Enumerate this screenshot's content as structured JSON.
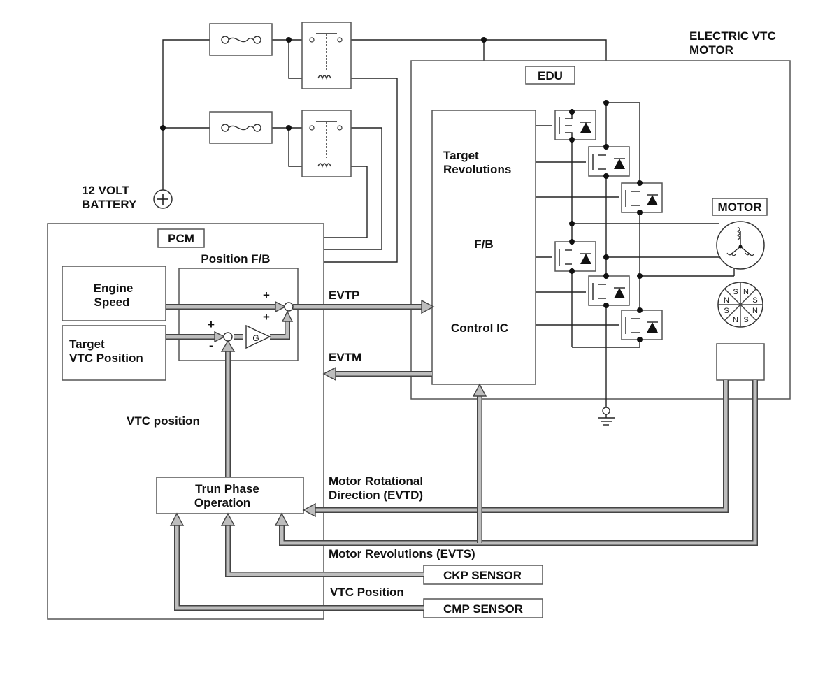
{
  "labels": {
    "electric_vtc_motor_1": "ELECTRIC VTC",
    "electric_vtc_motor_2": "MOTOR",
    "edu": "EDU",
    "battery_1": "12 VOLT",
    "battery_2": "BATTERY",
    "pcm": "PCM",
    "position_fb": "Position F/B",
    "engine_speed_1": "Engine",
    "engine_speed_2": "Speed",
    "target_vtc_1": "Target",
    "target_vtc_2": "VTC Position",
    "gain": "G",
    "plus_a": "+",
    "plus_b": "+",
    "plus_c": "+",
    "minus": "-",
    "target_rev_1": "Target",
    "target_rev_2": "Revolutions",
    "fb": "F/B",
    "control_ic": "Control IC",
    "motor": "MOTOR",
    "evtp": "EVTP",
    "evtm": "EVTM",
    "vtc_position": "VTC position",
    "trun_phase_1": "Trun Phase",
    "trun_phase_2": "Operation",
    "motor_dir_1": "Motor Rotational",
    "motor_dir_2": "Direction (EVTD)",
    "motor_rev": "Motor Revolutions (EVTS)",
    "ckp_sensor": "CKP SENSOR",
    "vtc_position_2": "VTC Position",
    "cmp_sensor": "CMP SENSOR",
    "rotor_poles": [
      "S",
      "N",
      "S",
      "N",
      "S",
      "N",
      "S",
      "N"
    ]
  }
}
